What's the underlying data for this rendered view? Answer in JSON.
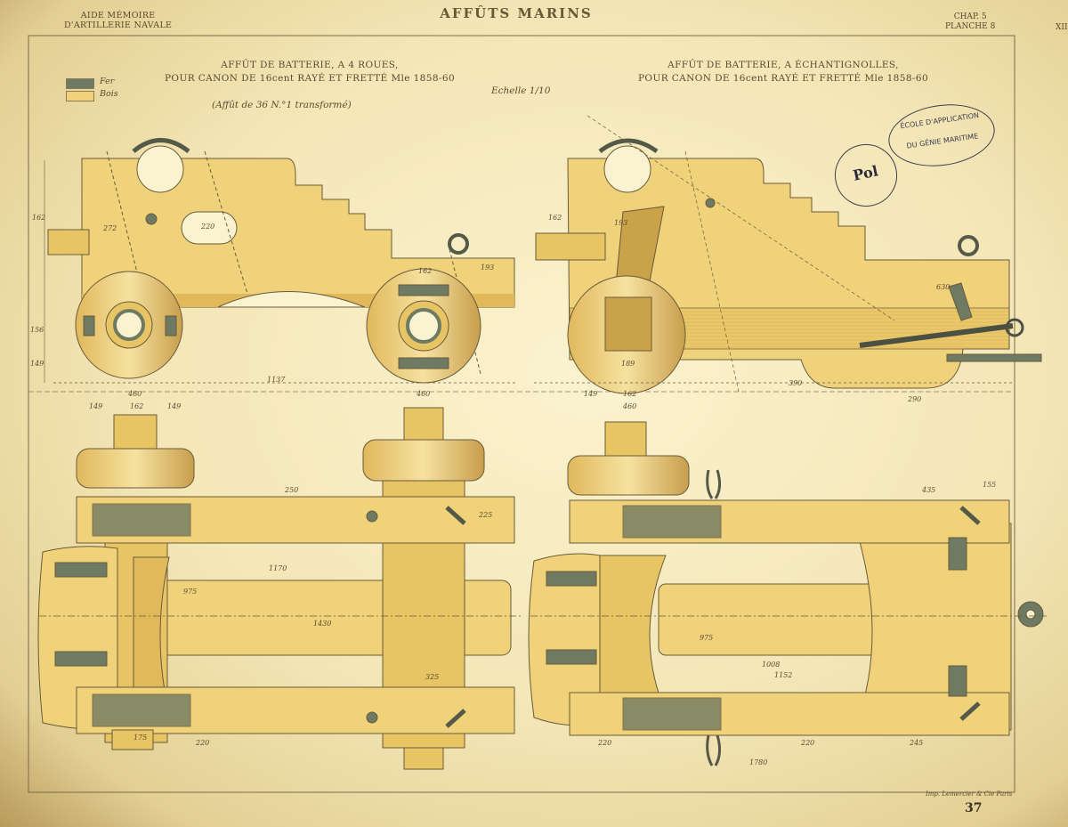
{
  "header": {
    "left_line1": "AIDE MÉMOIRE",
    "left_line2": "D'ARTILLERIE NAVALE",
    "center_title": "AFFÛTS MARINS",
    "right_line1": "CHAP. 5",
    "right_line2": "PLANCHE 8",
    "edge_mark": "XII"
  },
  "legend": {
    "items": [
      {
        "label": "Fer",
        "color": "#6f7a62"
      },
      {
        "label": "Bois",
        "color": "#f0d27a"
      }
    ]
  },
  "left_section": {
    "title_line1": "AFFÛT DE BATTERIE, A 4 ROUES,",
    "title_line2": "POUR CANON DE 16cent RAYÉ ET FRETTÉ Mle 1858-60",
    "note": "(Affût de 36 N.°1 transformé)"
  },
  "scale_note": "Echelle 1/10",
  "right_section": {
    "title_line1": "AFFÛT DE BATTERIE, A ÉCHANTIGNOLLES,",
    "title_line2": "POUR CANON DE 16cent RAYÉ ET FRETTÉ Mle 1858-60"
  },
  "stamp": {
    "line1": "ÉCOLE D'APPLICATION",
    "line2": "DU GÉNIE MARITIME",
    "round_text": "Pol"
  },
  "dimensions": {
    "left_side": [
      "162",
      "272",
      "220",
      "1137",
      "193",
      "149",
      "156",
      "162"
    ],
    "left_plan": [
      "460",
      "149",
      "162",
      "149",
      "1170",
      "1430",
      "975",
      "325",
      "225",
      "220",
      "175",
      "250"
    ],
    "center": [
      "460"
    ],
    "right_side": [
      "162",
      "193",
      "189",
      "162",
      "149",
      "460",
      "630",
      "290",
      "390"
    ],
    "right_plan": [
      "435",
      "155",
      "1008",
      "1152",
      "975",
      "220",
      "1780",
      "220",
      "245"
    ]
  },
  "footer": {
    "imprint": "Imp. Lemercier & Cie Paris",
    "page_number": "37"
  },
  "colors": {
    "wood": "#f0d27a",
    "wood_dark": "#e2b95a",
    "iron": "#6f7a62",
    "line": "#6a5a3a",
    "paper": "#f8eec4"
  }
}
